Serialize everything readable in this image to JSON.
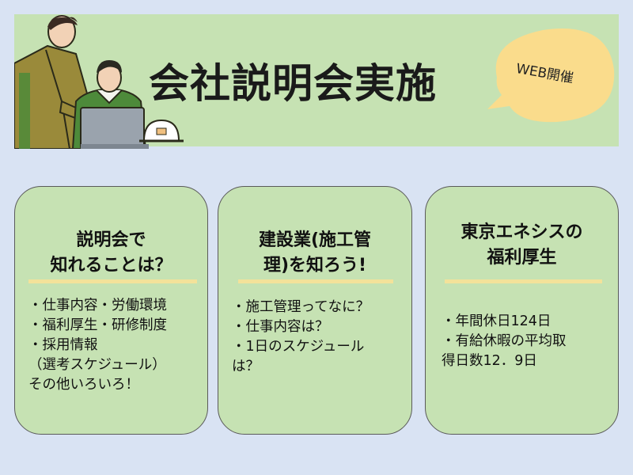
{
  "header": {
    "title": "会社説明会実施",
    "badge": "WEB開催"
  },
  "colors": {
    "background": "#d9e3f3",
    "panel": "#c6e2b3",
    "accent_rule": "#f3e29a",
    "bubble": "#fadc8c"
  },
  "illustration": {
    "description_icons": [
      "worker-person-icon",
      "seated-person-icon",
      "laptop-icon",
      "hard-hat-icon"
    ]
  },
  "cards": [
    {
      "title_lines": [
        "説明会で",
        "知れることは？"
      ],
      "body_lines": [
        "・仕事内容・労働環境",
        "・福利厚生・研修制度",
        "・採用情報",
        "（選考スケジュール）",
        "その他いろいろ！"
      ]
    },
    {
      "title_lines": [
        "建設業(施工管",
        "理)を知ろう!"
      ],
      "body_lines": [
        "・施工管理ってなに？",
        "・仕事内容は？",
        "・1日のスケジュール",
        "は？"
      ]
    },
    {
      "title_lines": [
        "東京エネシスの",
        "福利厚生"
      ],
      "body_lines": [
        "・年間休日124日",
        "・有給休暇の平均取",
        "得日数12．9日"
      ]
    }
  ]
}
